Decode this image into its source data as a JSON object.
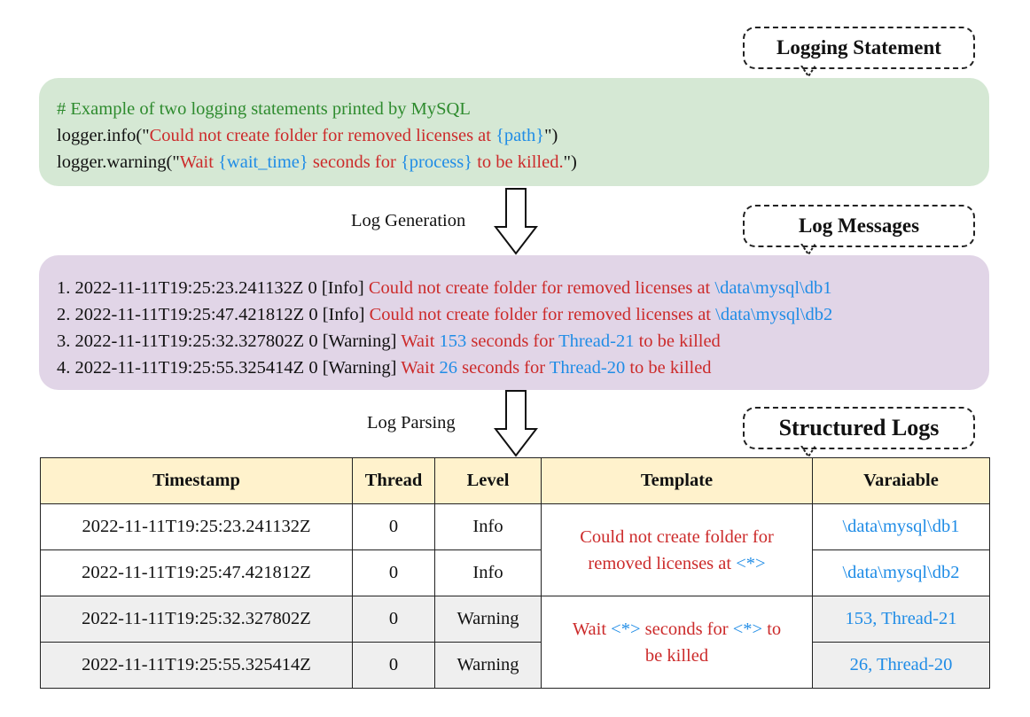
{
  "callouts": {
    "statement": "Logging Statement",
    "messages": "Log Messages",
    "structured": "Structured Logs"
  },
  "steps": {
    "generation": "Log Generation",
    "parsing": "Log Parsing"
  },
  "statement_panel": {
    "comment": "# Example of two logging statements printed by MySQL",
    "line1": {
      "prefix": "logger.info(\"",
      "msg": "Could not create folder for removed licenses at ",
      "var": "{path}",
      "suffix": "\")"
    },
    "line2": {
      "prefix": "logger.warning(\"",
      "msg1": "Wait ",
      "var1": "{wait_time}",
      "msg2": " seconds for ",
      "var2": "{process}",
      "msg3": " to be killed.",
      "suffix": "\")"
    }
  },
  "messages": [
    {
      "prefix": "1. 2022-11-11T19:25:23.241132Z 0 [Info] ",
      "msg": "Could not create folder for removed licenses at ",
      "var": "\\data\\mysql\\db1"
    },
    {
      "prefix": "2. 2022-11-11T19:25:47.421812Z 0 [Info] ",
      "msg": "Could not create folder for removed licenses at ",
      "var": "\\data\\mysql\\db2"
    },
    {
      "prefix": "3. 2022-11-11T19:25:32.327802Z 0 [Warning] ",
      "msg1": "Wait ",
      "var1": "153",
      "msg2": " seconds for ",
      "var2": "Thread-21",
      "msg3": " to be killed"
    },
    {
      "prefix": "4. 2022-11-11T19:25:55.325414Z 0 [Warning] ",
      "msg1": "Wait ",
      "var1": "26",
      "msg2": " seconds for ",
      "var2": "Thread-20",
      "msg3": " to be killed"
    }
  ],
  "table": {
    "headers": [
      "Timestamp",
      "Thread",
      "Level",
      "Template",
      "Varaiable"
    ],
    "rows": [
      {
        "timestamp": "2022-11-11T19:25:23.241132Z",
        "thread": "0",
        "level": "Info",
        "variable": "\\data\\mysql\\db1"
      },
      {
        "timestamp": "2022-11-11T19:25:47.421812Z",
        "thread": "0",
        "level": "Info",
        "variable": "\\data\\mysql\\db2"
      },
      {
        "timestamp": "2022-11-11T19:25:32.327802Z",
        "thread": "0",
        "level": "Warning",
        "variable": "153, Thread-21"
      },
      {
        "timestamp": "2022-11-11T19:25:55.325414Z",
        "thread": "0",
        "level": "Warning",
        "variable": "26, Thread-20"
      }
    ],
    "templates": [
      {
        "line1": "Could not create folder for",
        "line2_text": "removed licenses at ",
        "line2_var": "<*>"
      },
      {
        "l1_a": "Wait ",
        "l1_var1": "<*>",
        "l1_b": " seconds for ",
        "l1_var2": "<*>",
        "l1_c": " to",
        "line2": "be killed"
      }
    ]
  },
  "colors": {
    "statement_panel": "#d5e8d4",
    "messages_panel": "#e1d5e7",
    "header_row": "#fff2cc",
    "shaded_row": "#efefef",
    "comment": "#2e8b2e",
    "message_text": "#cc2b2b",
    "variable_text": "#1f8ce6"
  }
}
